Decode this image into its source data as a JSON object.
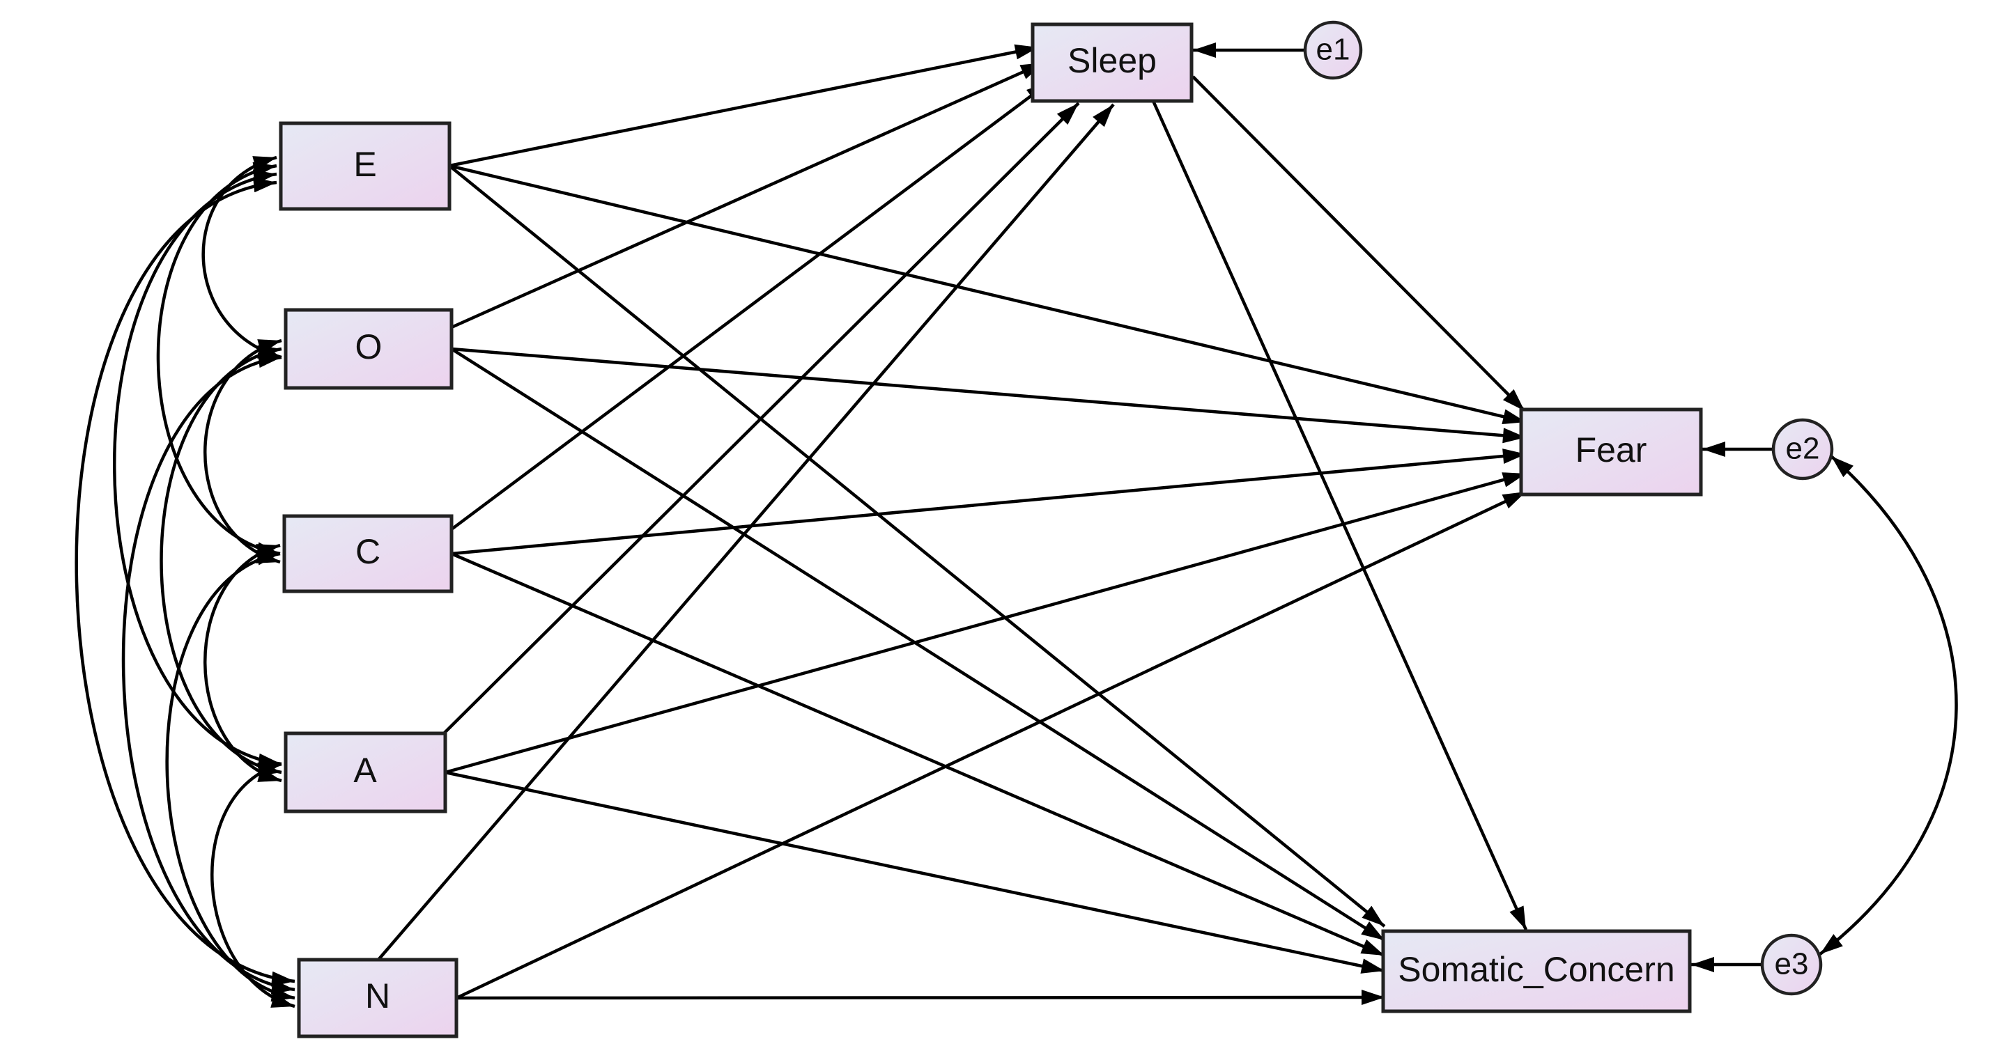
{
  "colors": {
    "box_fill_start": "#e6e9f4",
    "box_fill_end": "#ecd3ee",
    "stroke": "#222222",
    "background": "#ffffff"
  },
  "nodes": {
    "E": "E",
    "O": "O",
    "C": "C",
    "A": "A",
    "N": "N",
    "Sleep": "Sleep",
    "Fear": "Fear",
    "Somatic_Concern": "Somatic_Concern",
    "e1": "e1",
    "e2": "e2",
    "e3": "e3"
  },
  "paths": [
    [
      "E",
      "Sleep"
    ],
    [
      "E",
      "Fear"
    ],
    [
      "E",
      "Somatic_Concern"
    ],
    [
      "O",
      "Sleep"
    ],
    [
      "O",
      "Fear"
    ],
    [
      "O",
      "Somatic_Concern"
    ],
    [
      "C",
      "Sleep"
    ],
    [
      "C",
      "Fear"
    ],
    [
      "C",
      "Somatic_Concern"
    ],
    [
      "A",
      "Sleep"
    ],
    [
      "A",
      "Fear"
    ],
    [
      "A",
      "Somatic_Concern"
    ],
    [
      "N",
      "Sleep"
    ],
    [
      "N",
      "Fear"
    ],
    [
      "N",
      "Somatic_Concern"
    ],
    [
      "Sleep",
      "Fear"
    ],
    [
      "Sleep",
      "Somatic_Concern"
    ],
    [
      "e1",
      "Sleep"
    ],
    [
      "e2",
      "Fear"
    ],
    [
      "e3",
      "Somatic_Concern"
    ]
  ],
  "covariances": [
    [
      "E",
      "O"
    ],
    [
      "E",
      "C"
    ],
    [
      "E",
      "A"
    ],
    [
      "E",
      "N"
    ],
    [
      "O",
      "C"
    ],
    [
      "O",
      "A"
    ],
    [
      "O",
      "N"
    ],
    [
      "C",
      "A"
    ],
    [
      "C",
      "N"
    ],
    [
      "A",
      "N"
    ],
    [
      "e2",
      "e3"
    ]
  ]
}
